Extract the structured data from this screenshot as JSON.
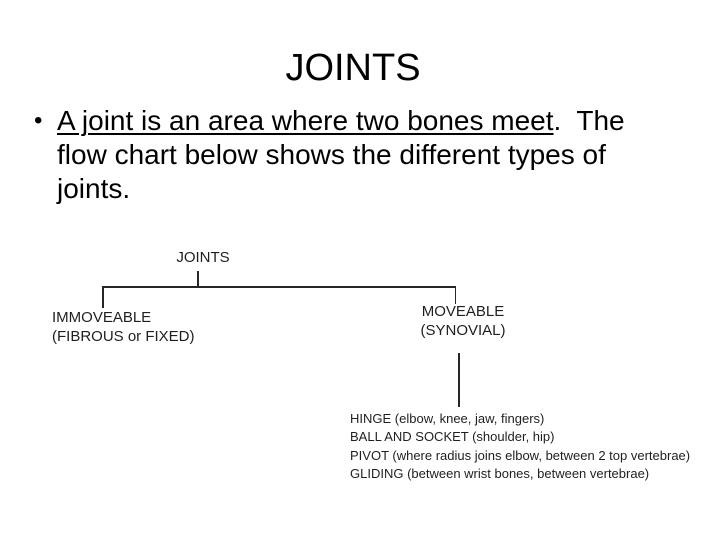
{
  "colors": {
    "background": "#ffffff",
    "slide_text": "#000000",
    "chart_ink": "#262626"
  },
  "slide": {
    "title": "JOINTS",
    "bullet": {
      "marker": "•",
      "underlined": "A joint is an area where two bones meet",
      "rest": ".  The flow chart below shows the different types of joints."
    }
  },
  "flowchart": {
    "root": "JOINTS",
    "branches": [
      {
        "name": "IMMOVEABLE",
        "subtitle": "(FIBROUS or FIXED)"
      },
      {
        "name": "MOVEABLE",
        "subtitle": "(SYNOVIAL)"
      }
    ],
    "moveable_types": [
      "HINGE (elbow, knee, jaw, fingers)",
      "BALL AND SOCKET (shoulder, hip)",
      "PIVOT (where radius joins elbow, between 2 top vertebrae)",
      "GLIDING (between wrist bones, between vertebrae)"
    ]
  }
}
